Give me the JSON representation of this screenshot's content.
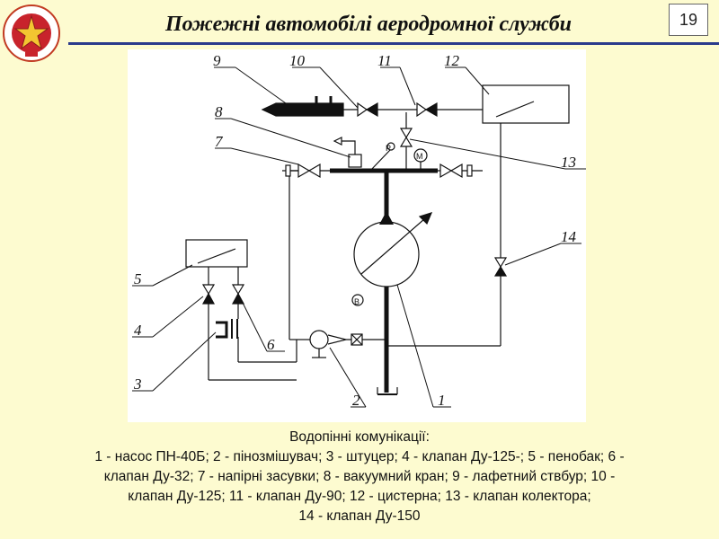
{
  "header": {
    "title": "Пожежні автомобілі аеродромної служби",
    "page_number": "19"
  },
  "diagram": {
    "labels": [
      "1",
      "2",
      "3",
      "4",
      "5",
      "6",
      "7",
      "8",
      "9",
      "10",
      "11",
      "12",
      "13",
      "14"
    ],
    "valve_letters": {
      "vacuum_gauge": "В",
      "manometer": "М",
      "pressure": "Р"
    }
  },
  "caption": {
    "heading": "Водопінні комунікації:",
    "lines": [
      "1 - насос ПН-40Б; 2 - пінозмішувач; 3 - штуцер; 4 - клапан Ду-125-; 5 - пенобак; 6 -",
      "клапан Ду-32; 7 - напірні засувки; 8 - вакуумний кран; 9 - лафетний ствбур; 10 -",
      "клапан Ду-125; 11 - клапан Ду-90; 12 - цистерна; 13 - клапан колектора;",
      "14 - клапан Ду-150"
    ]
  }
}
